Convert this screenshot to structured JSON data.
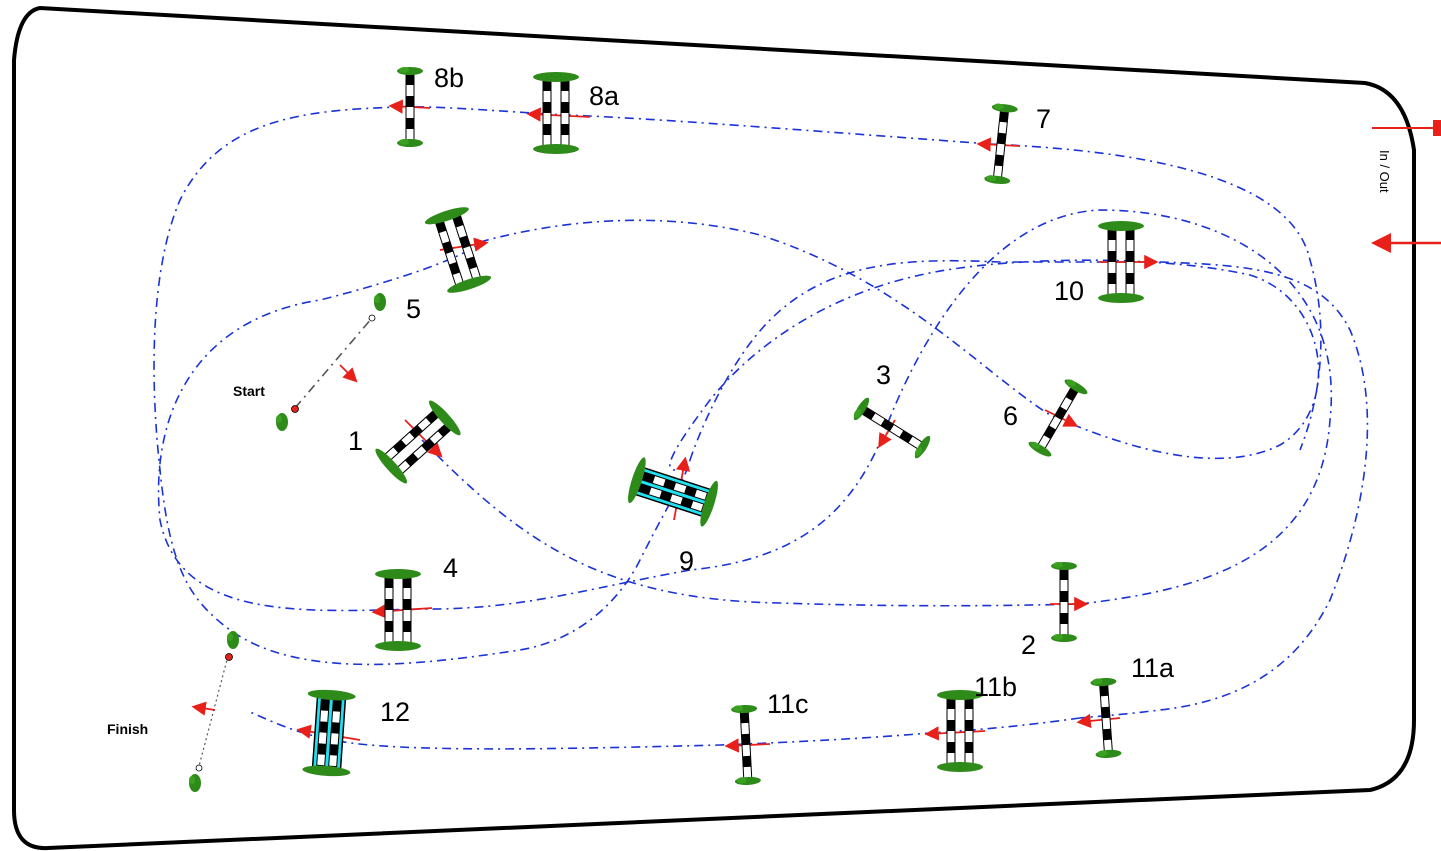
{
  "arena": {
    "entrance_label": "In / Out"
  },
  "markers": {
    "start": "Start",
    "finish": "Finish"
  },
  "fences": {
    "f1": "1",
    "f2": "2",
    "f3": "3",
    "f4": "4",
    "f5": "5",
    "f6": "6",
    "f7": "7",
    "f8a": "8a",
    "f8b": "8b",
    "f9": "9",
    "f10": "10",
    "f11a": "11a",
    "f11b": "11b",
    "f11c": "11c",
    "f12": "12"
  },
  "colors": {
    "route": "#1a33d6",
    "direction_arrow": "#e8201a",
    "shrub": "#2e8b1a",
    "water": "#22e0f0",
    "pole": "#000000"
  }
}
